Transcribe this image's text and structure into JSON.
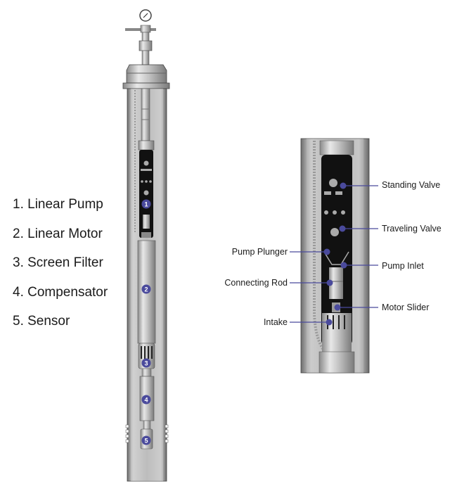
{
  "components": [
    {
      "number": "1",
      "label": "1. Linear Pump"
    },
    {
      "number": "2",
      "label": "2. Linear Motor"
    },
    {
      "number": "3",
      "label": "3. Screen Filter"
    },
    {
      "number": "4",
      "label": "4. Compensator"
    },
    {
      "number": "5",
      "label": "5. Sensor"
    }
  ],
  "detail_callouts": {
    "standing_valve": "Standing Valve",
    "traveling_valve": "Traveling Valve",
    "pump_inlet": "Pump Inlet",
    "motor_slider": "Motor Slider",
    "pump_plunger": "Pump Plunger",
    "connecting_rod": "Connecting Rod",
    "intake": "Intake"
  },
  "colors": {
    "marker": "#4a4a9c",
    "text": "#1b1b1b"
  }
}
